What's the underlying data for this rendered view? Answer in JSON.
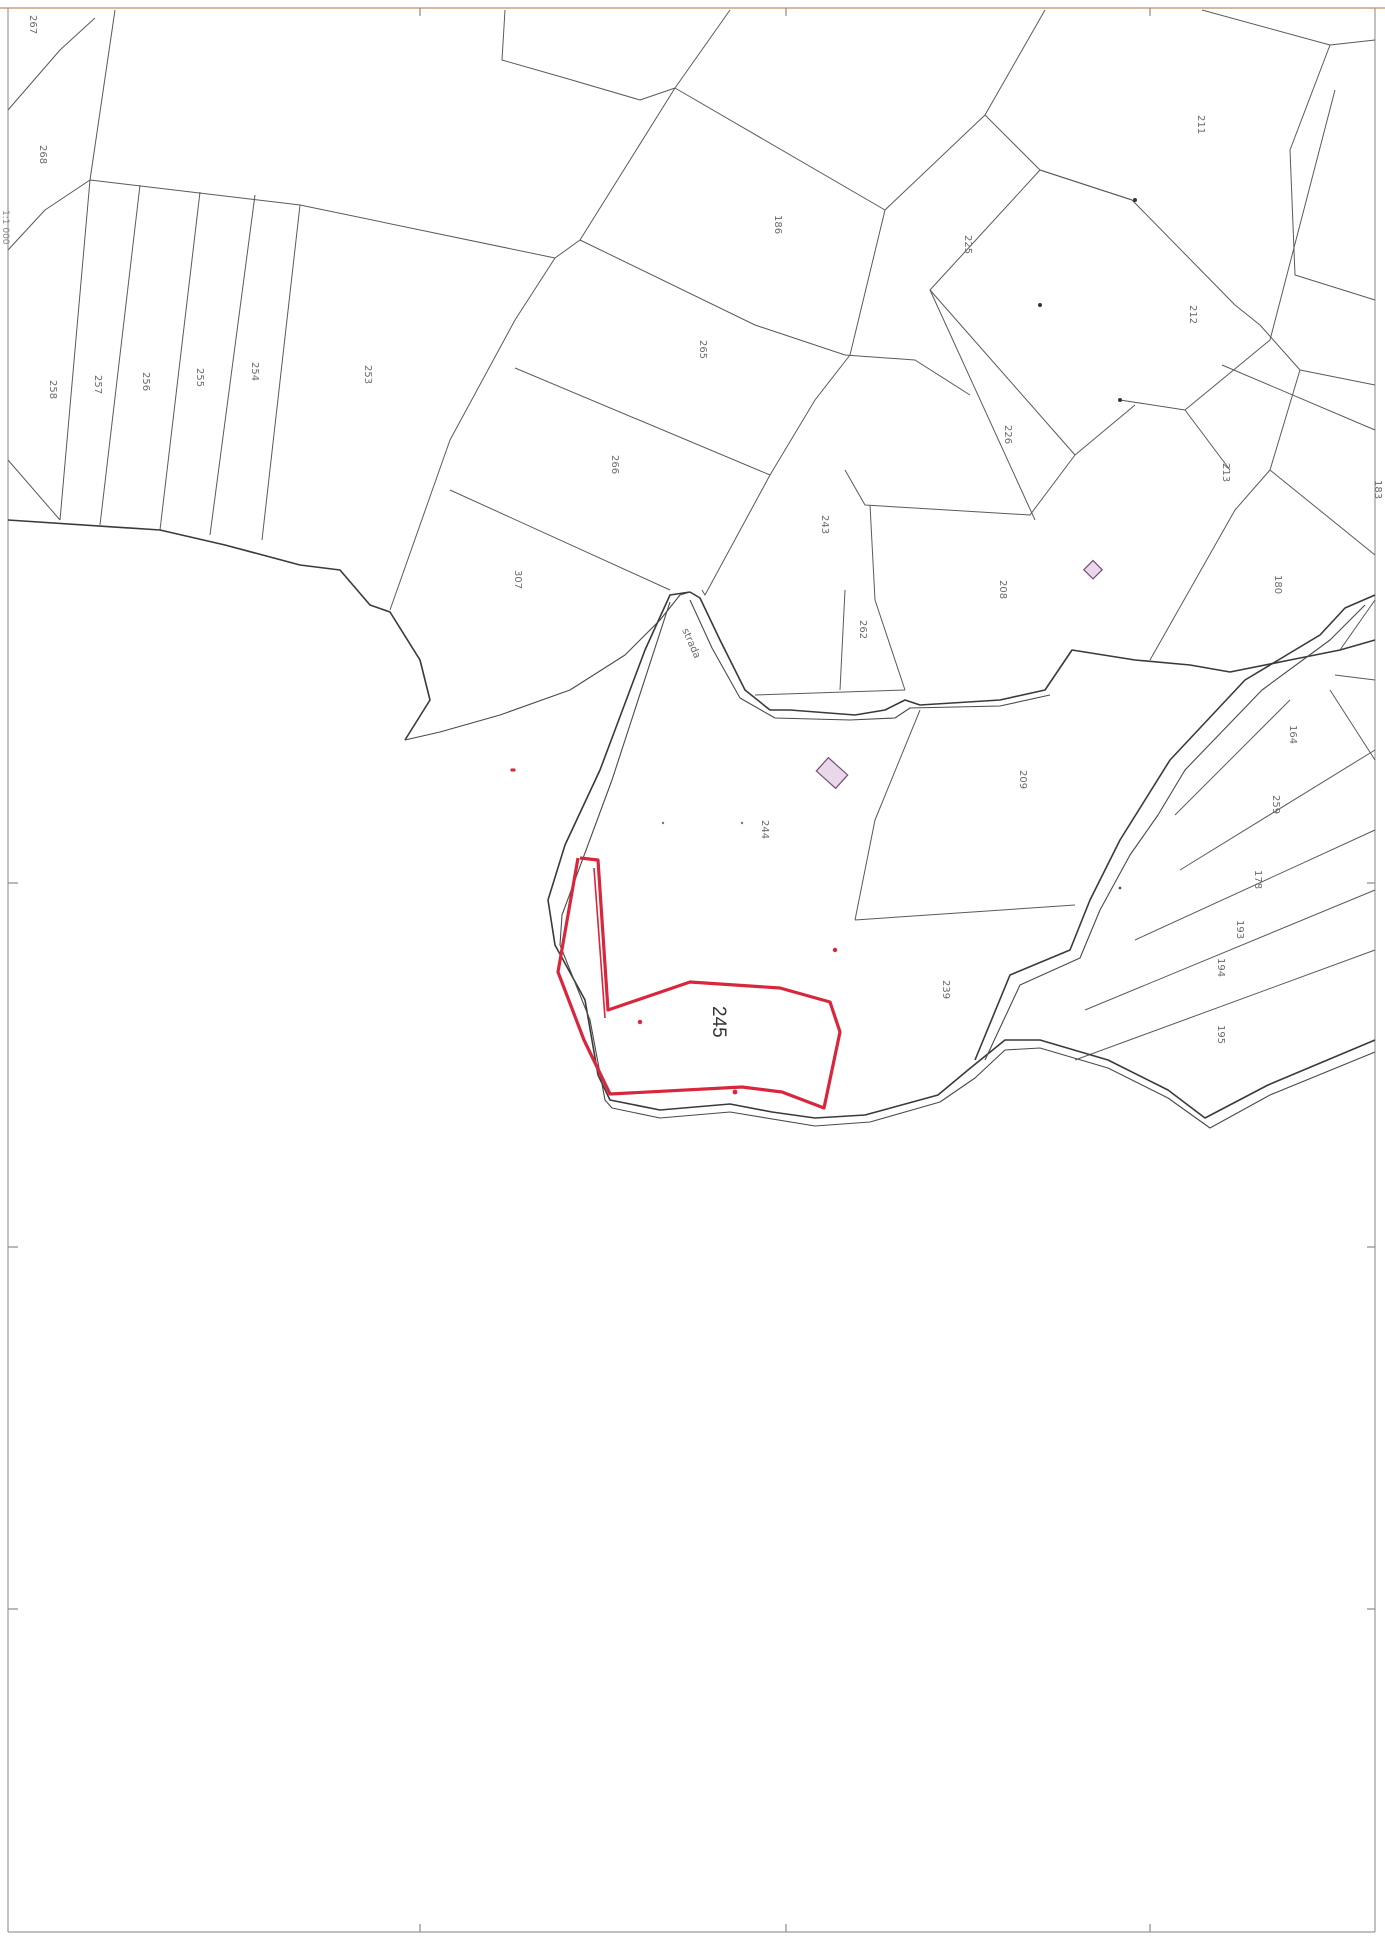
{
  "map": {
    "corner_label": "1:1 000",
    "highlighted_parcel": "245",
    "parcels": [
      {
        "id": "p211",
        "label": "211"
      },
      {
        "id": "p186",
        "label": "186"
      },
      {
        "id": "p225",
        "label": "225"
      },
      {
        "id": "p212",
        "label": "212"
      },
      {
        "id": "p265",
        "label": "265"
      },
      {
        "id": "p226",
        "label": "226"
      },
      {
        "id": "p213",
        "label": "213"
      },
      {
        "id": "p183",
        "label": "183"
      },
      {
        "id": "p258",
        "label": "258"
      },
      {
        "id": "p257",
        "label": "257"
      },
      {
        "id": "p256",
        "label": "256"
      },
      {
        "id": "p255",
        "label": "255"
      },
      {
        "id": "p254",
        "label": "254"
      },
      {
        "id": "p253",
        "label": "253"
      },
      {
        "id": "p266",
        "label": "266"
      },
      {
        "id": "p243",
        "label": "243"
      },
      {
        "id": "p208",
        "label": "208"
      },
      {
        "id": "p180",
        "label": "180"
      },
      {
        "id": "p307",
        "label": "307"
      },
      {
        "id": "p262",
        "label": "262"
      },
      {
        "id": "p209",
        "label": "209"
      },
      {
        "id": "p244",
        "label": "244"
      },
      {
        "id": "p239",
        "label": "239"
      },
      {
        "id": "p164",
        "label": "164"
      },
      {
        "id": "p259",
        "label": "259"
      },
      {
        "id": "p178",
        "label": "178"
      },
      {
        "id": "p193",
        "label": "193"
      },
      {
        "id": "p194",
        "label": "194"
      },
      {
        "id": "p195",
        "label": "195"
      },
      {
        "id": "p268",
        "label": "268"
      },
      {
        "id": "p267",
        "label": "267"
      },
      {
        "id": "road",
        "label": "strada"
      }
    ]
  }
}
